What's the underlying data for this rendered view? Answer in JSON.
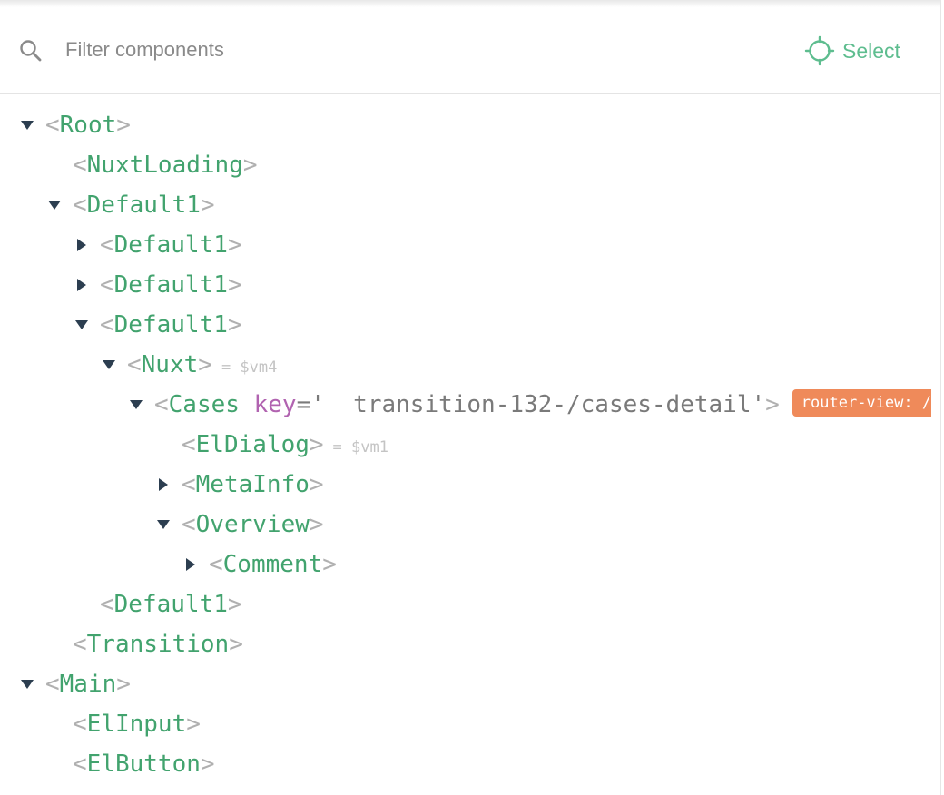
{
  "search": {
    "placeholder": "Filter components",
    "value": ""
  },
  "toolbar": {
    "select_label": "Select"
  },
  "colors": {
    "component": "#42a36e",
    "bracket": "#b0b0b0",
    "accent": "#5ebd8f",
    "badge": "#ef8a5a",
    "attribute_key": "#b163b0"
  },
  "tree": [
    {
      "name": "Root",
      "depth": 0,
      "expander": "expanded"
    },
    {
      "name": "NuxtLoading",
      "depth": 1,
      "expander": "none"
    },
    {
      "name": "Default1",
      "depth": 1,
      "expander": "expanded"
    },
    {
      "name": "Default1",
      "depth": 2,
      "expander": "collapsed"
    },
    {
      "name": "Default1",
      "depth": 2,
      "expander": "collapsed"
    },
    {
      "name": "Default1",
      "depth": 2,
      "expander": "expanded"
    },
    {
      "name": "Nuxt",
      "depth": 3,
      "expander": "expanded",
      "vm": "= $vm4"
    },
    {
      "name": "Cases",
      "depth": 4,
      "expander": "expanded",
      "attr_key": "key",
      "attr_value": "'__transition-132-/cases-detail'",
      "badge": "router-view: /c"
    },
    {
      "name": "ElDialog",
      "depth": 5,
      "expander": "none",
      "vm": "= $vm1"
    },
    {
      "name": "MetaInfo",
      "depth": 5,
      "expander": "collapsed"
    },
    {
      "name": "Overview",
      "depth": 5,
      "expander": "expanded"
    },
    {
      "name": "Comment",
      "depth": 6,
      "expander": "collapsed"
    },
    {
      "name": "Default1",
      "depth": 2,
      "expander": "none"
    },
    {
      "name": "Transition",
      "depth": 1,
      "expander": "none"
    },
    {
      "name": "Main",
      "depth": 0,
      "expander": "expanded"
    },
    {
      "name": "ElInput",
      "depth": 1,
      "expander": "none"
    },
    {
      "name": "ElButton",
      "depth": 1,
      "expander": "none"
    }
  ]
}
